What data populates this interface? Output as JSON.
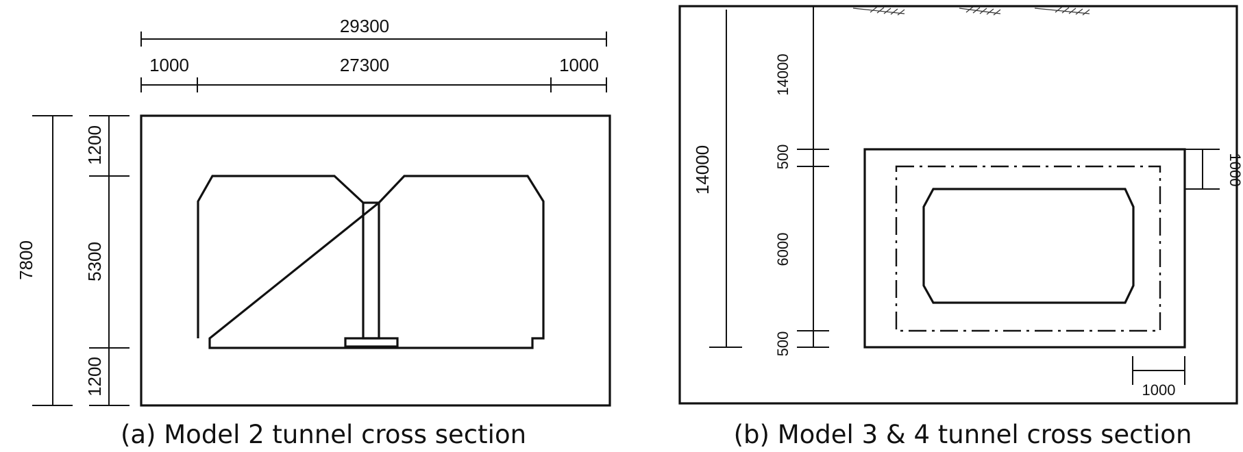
{
  "figure_a": {
    "caption": "(a) Model 2 tunnel cross section",
    "dims": {
      "total_width": "29300",
      "left_margin": "1000",
      "inner_width": "27300",
      "right_margin": "1000",
      "total_height": "7800",
      "top_cover": "1200",
      "tunnel_height": "5300",
      "bottom_cover": "1200"
    }
  },
  "figure_b": {
    "caption": "(b) Model 3 & 4 tunnel cross section",
    "dims": {
      "overburden": "14000",
      "depth_to_base": "14000",
      "top_slab": "500",
      "box_height": "6000",
      "bottom_slab": "500",
      "side_offset_vertical": "1000",
      "side_offset_horizontal": "1000"
    }
  }
}
